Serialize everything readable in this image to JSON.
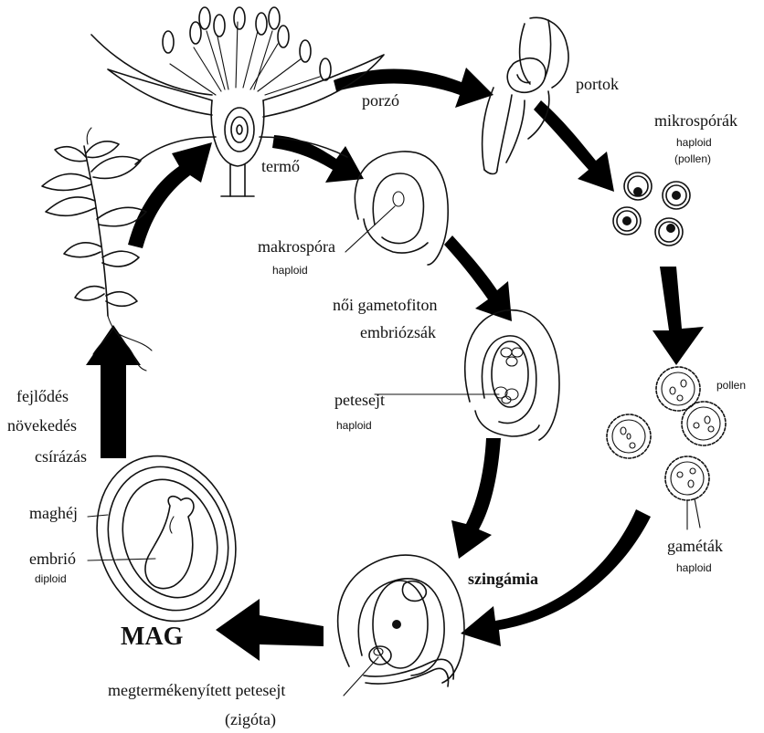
{
  "labels": {
    "porzo": "porzó",
    "portok": "portok",
    "termo": "termő",
    "mikrosporak": "mikrospórák",
    "mikrosporak_note1": "haploid",
    "mikrosporak_note2": "(pollen)",
    "makrospora": "makrospóra",
    "makrospora_note": "haploid",
    "noi_gametofiton": "női gametofiton",
    "embriozsak": "embriózsák",
    "petesejt": "petesejt",
    "petesejt_note": "haploid",
    "pollen": "pollen",
    "fejlodes": "fejlődés",
    "novekedes": "növekedés",
    "csirazas": "csírázás",
    "maghej": "maghéj",
    "embrio": "embrió",
    "embrio_note": "diploid",
    "mag": "MAG",
    "szingamia": "szingámia",
    "gametak": "gaméták",
    "gametak_note": "haploid",
    "megtermekenyitett": "megtermékenyített petesejt",
    "zigota": "(zigóta)"
  },
  "colors": {
    "ink": "#111111",
    "background": "#ffffff"
  }
}
